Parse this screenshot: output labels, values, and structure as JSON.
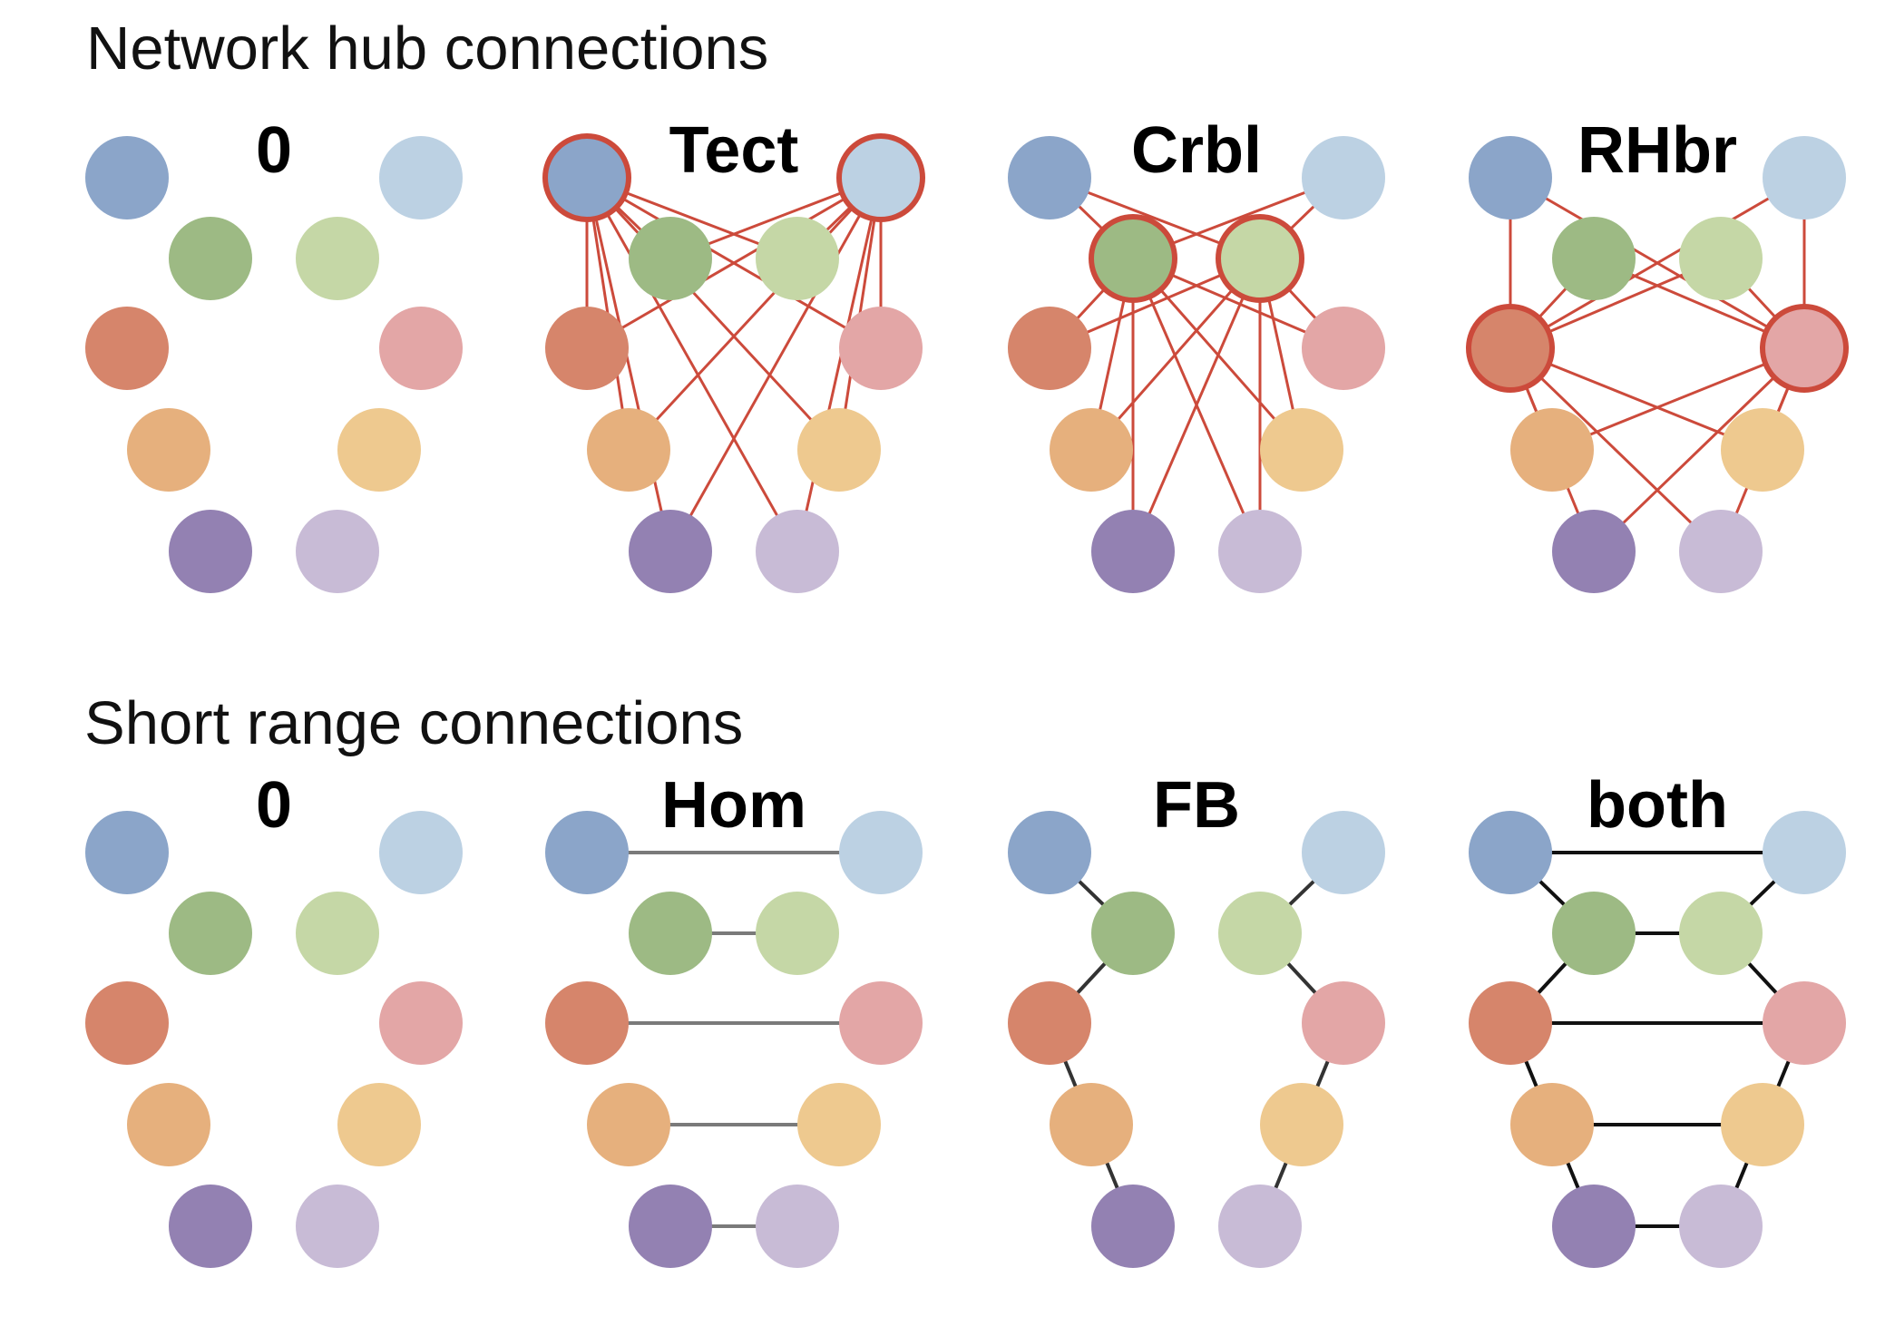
{
  "colors": {
    "node": [
      "#8ba5c9",
      "#bcd1e3",
      "#9dba84",
      "#c5d7a6",
      "#d6856b",
      "#e3a6a6",
      "#e6b07d",
      "#eec98f",
      "#9381b2",
      "#c8bbd6"
    ],
    "hub_edge": "#cc4a3b",
    "hub_ring": "#cc4a3b",
    "hom_edge": "#7a7a7a",
    "fb_edge": "#333333",
    "both_edge": "#111111"
  },
  "sections": [
    {
      "id": "hub",
      "title": "Network hub connections",
      "panels": [
        {
          "label": "0",
          "hubs": [],
          "edge_type": "none"
        },
        {
          "label": "Tect",
          "hubs": [
            0,
            1
          ],
          "edge_type": "hub"
        },
        {
          "label": "Crbl",
          "hubs": [
            2,
            3
          ],
          "edge_type": "hub"
        },
        {
          "label": "RHbr",
          "hubs": [
            4,
            5
          ],
          "edge_type": "hub"
        }
      ]
    },
    {
      "id": "short",
      "title": "Short range connections",
      "panels": [
        {
          "label": "0",
          "edge_type": "none"
        },
        {
          "label": "Hom",
          "edge_type": "hom"
        },
        {
          "label": "FB",
          "edge_type": "fb"
        },
        {
          "label": "both",
          "edge_type": "both"
        }
      ]
    }
  ]
}
